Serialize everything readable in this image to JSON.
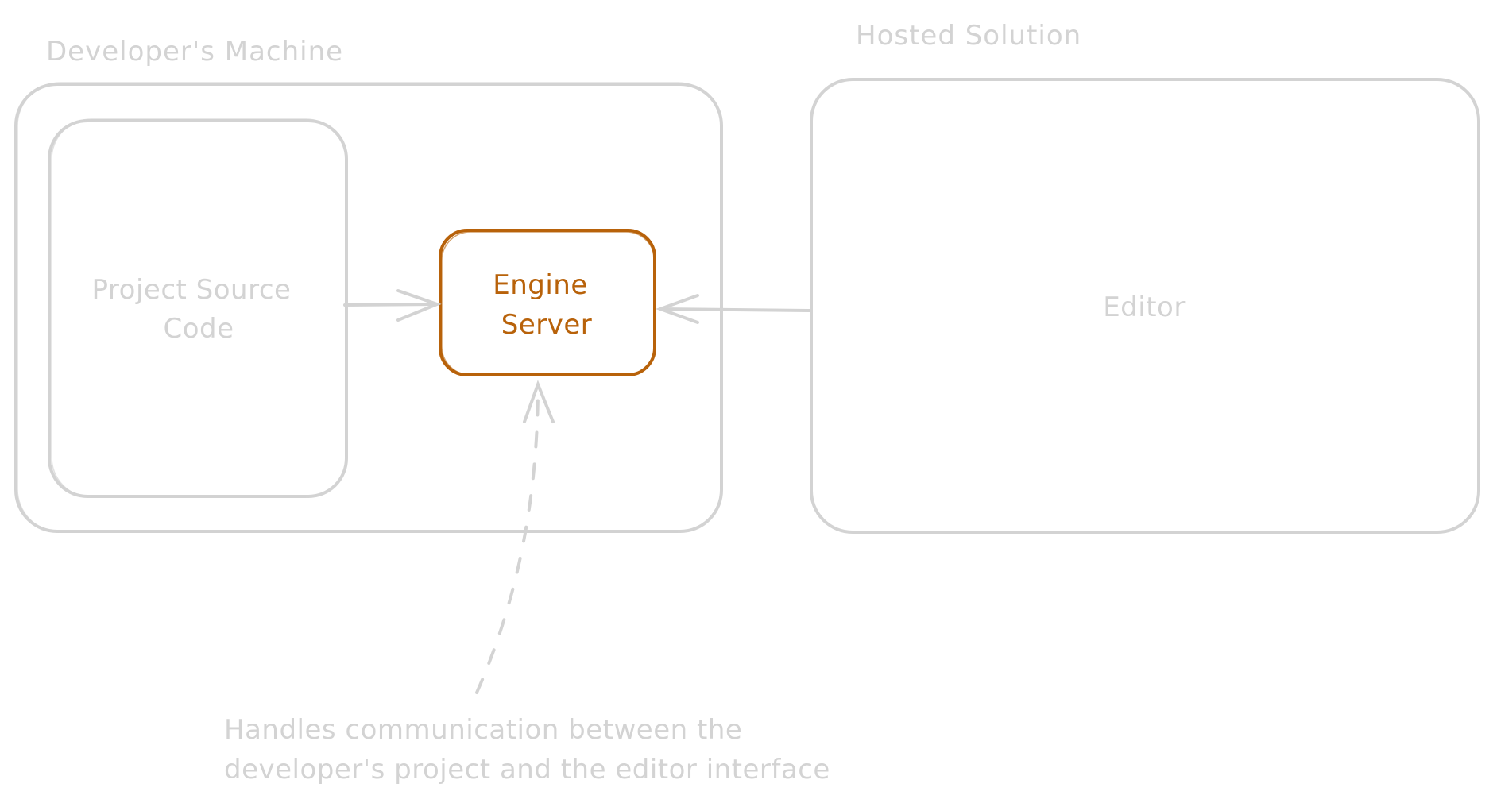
{
  "diagram": {
    "colors": {
      "muted": "#d3d3d3",
      "accent": "#b8620a",
      "background": "#ffffff"
    },
    "groups": [
      {
        "id": "developers-machine",
        "label": "Developer's Machine"
      },
      {
        "id": "hosted-solution",
        "label": "Hosted Solution"
      }
    ],
    "nodes": [
      {
        "id": "project-source-code",
        "lines": [
          "Project Source",
          "Code"
        ],
        "group": "developers-machine",
        "style": "muted"
      },
      {
        "id": "engine-server",
        "lines": [
          "Engine",
          "Server"
        ],
        "group": "developers-machine",
        "style": "accent"
      },
      {
        "id": "editor",
        "lines": [
          "Editor"
        ],
        "group": "hosted-solution",
        "style": "muted"
      }
    ],
    "edges": [
      {
        "from": "project-source-code",
        "to": "engine-server",
        "style": "solid"
      },
      {
        "from": "editor",
        "to": "engine-server",
        "style": "solid"
      },
      {
        "from": "annotation",
        "to": "engine-server",
        "style": "dashed"
      }
    ],
    "annotation": {
      "lines": [
        "Handles communication between the",
        "developer's project and the editor interface"
      ]
    }
  }
}
